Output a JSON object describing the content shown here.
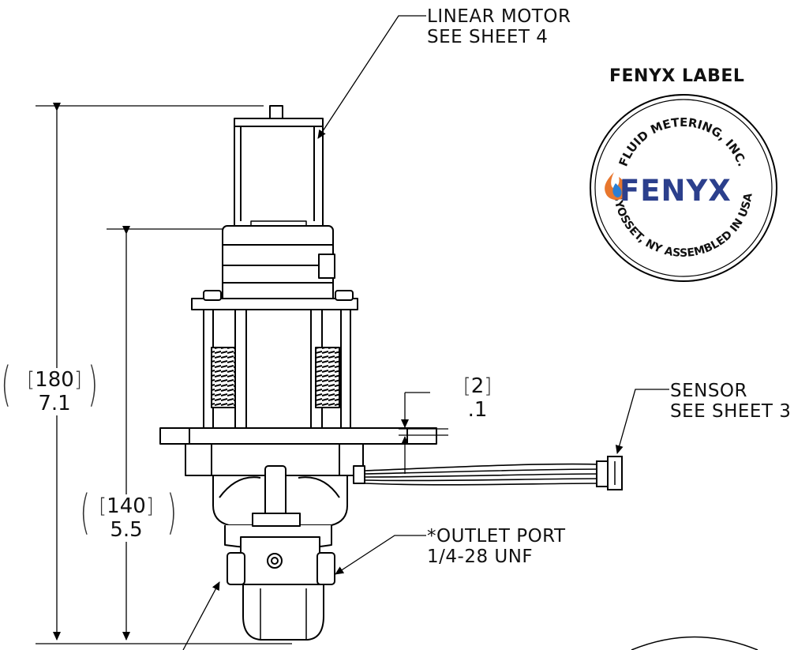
{
  "callouts": {
    "linear_motor": {
      "line1": "LINEAR MOTOR",
      "line2": "SEE SHEET 4"
    },
    "sensor": {
      "line1": "SENSOR",
      "line2": "SEE SHEET 3"
    },
    "outlet_port": {
      "line1": "*OUTLET PORT",
      "line2": "1/4-28 UNF"
    }
  },
  "dimensions": {
    "overall_height": {
      "mm": "180",
      "inch": "7.1"
    },
    "mid_height": {
      "mm": "140",
      "inch": "5.5"
    },
    "flange_gap": {
      "mm": "2",
      "inch": ".1"
    }
  },
  "label": {
    "title": "FENYX LABEL",
    "brand": "FENYX",
    "top_arc_text": "FLUID METERING, INC.",
    "bottom_arc_text": "SYOSSET, NY ASSEMBLED IN USA",
    "brand_color": "#2b3f8c",
    "flame_color": "#e8772e"
  }
}
